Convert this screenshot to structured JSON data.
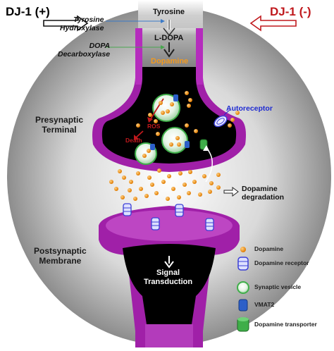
{
  "header": {
    "left_label": "DJ-1 (+)",
    "right_label": "DJ-1 (-)",
    "left_color": "#111111",
    "right_color": "#c0191d"
  },
  "pathway": {
    "precursor": "Tyrosine",
    "intermediate": "L-DOPA",
    "product": "Dopamine",
    "enzyme_1": "Tyrosine\nHydroxylase",
    "enzyme_2": "DOPA\nDecarboxylase",
    "product_color": "#f39a1d"
  },
  "presynaptic": {
    "label": "Presynaptic\nTerminal",
    "autoreceptor": "Autoreceptor",
    "ros": "ROS",
    "death": "Death",
    "degradation": "Dopamine\ndegradation"
  },
  "postsynaptic": {
    "label": "Postsynaptic\nMembrane",
    "signal": "Signal\nTransduction"
  },
  "legend": {
    "items": [
      {
        "icon": "dopamine-dot-icon",
        "label": "Dopamine"
      },
      {
        "icon": "dopamine-receptor-icon",
        "label": "Dopamine receptor"
      },
      {
        "icon": "synaptic-vesicle-icon",
        "label": "Synaptic vesicle"
      },
      {
        "icon": "vmat2-icon",
        "label": "VMAT2"
      },
      {
        "icon": "dopamine-transporter-icon",
        "label": "Dopamine transporter"
      }
    ]
  },
  "colors": {
    "membrane": "#a020a8",
    "membrane_light": "#e87fe8",
    "cytoplasm": "#000000",
    "dopamine": "#f39a1d",
    "receptor": "#3b3fd6",
    "vesicle": "#3fae49",
    "vmat2": "#2c5fc8",
    "transporter": "#3fae49",
    "ros": "#c0191d",
    "autoreceptor_label": "#1f2bd1"
  }
}
